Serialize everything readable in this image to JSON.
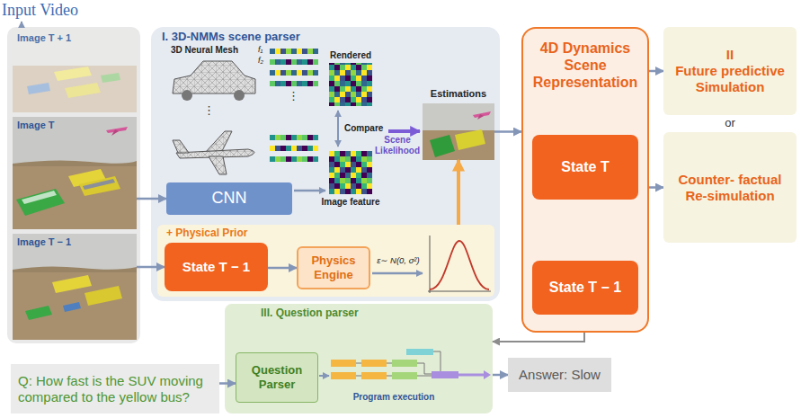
{
  "diagram": {
    "nodes": [
      {
        "text": [
          "Input Video"
        ]
      },
      {
        "text": [
          "Image T + 1"
        ],
        "in": 0
      },
      {
        "text": [
          "Image T"
        ],
        "in": 0
      },
      {
        "text": [
          "Image T − 1"
        ],
        "in": 0
      },
      {
        "text": [
          "I. 3D-NMMs scene parser"
        ]
      },
      {
        "text": [
          "CNN"
        ],
        "in": 4
      },
      {
        "text": [
          "Estimations"
        ],
        "in": 4
      },
      {
        "text": [
          "+ Physical Prior"
        ],
        "in": 4
      },
      {
        "text": [
          "State T − 1"
        ],
        "in": 7
      },
      {
        "text": [
          "Physics Engine"
        ],
        "in": 7
      },
      {
        "text": [
          "4D Dynamics Scene Representation"
        ]
      },
      {
        "text": [
          "State T"
        ],
        "in": 10
      },
      {
        "text": [
          "State T − 1"
        ],
        "in": 10
      },
      {
        "text": [
          "II",
          "Future predictive Simulation"
        ]
      },
      {
        "text": [
          "Counter- factual Re-simulation"
        ]
      },
      {
        "text": [
          "Q: How fast is the SUV moving compared to the yellow bus?"
        ]
      },
      {
        "text": [
          "III. Question parser"
        ]
      },
      {
        "text": [
          "Question Parser"
        ],
        "in": 16
      },
      {
        "text": [
          "Answer: Slow"
        ]
      }
    ],
    "edges": [
      {
        "from": 3,
        "to": 8,
        "arrow": "to"
      },
      {
        "from": 2,
        "to": 5,
        "arrow": "to"
      },
      {
        "from": 8,
        "to": 9,
        "arrow": "to"
      },
      {
        "from": 7,
        "to": 6,
        "arrow": "to"
      },
      {
        "from": 6,
        "to": 10,
        "arrow": "to"
      },
      {
        "from": 10,
        "to": 13,
        "arrow": "to"
      },
      {
        "from": 10,
        "to": 14,
        "arrow": "to"
      },
      {
        "from": 10,
        "to": 16,
        "arrow": "to"
      },
      {
        "from": 15,
        "to": 17,
        "arrow": "to"
      },
      {
        "from": 16,
        "to": 18,
        "arrow": "to"
      }
    ],
    "labels": [
      "3D Neural Mesh",
      "f₁",
      "f₂",
      "⋮",
      "⋮",
      "Rendered",
      "Compare",
      "Image feature",
      "Scene Likelihood",
      "ε∼ N(0, σ²)",
      "or",
      "Program execution"
    ]
  }
}
